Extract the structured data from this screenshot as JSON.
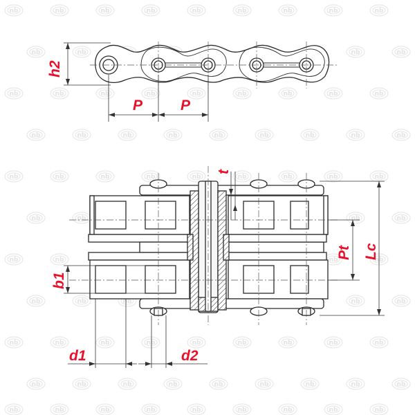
{
  "labels": {
    "h2": "h2",
    "p_left": "P",
    "p_right": "P",
    "t": "t",
    "pt": "Pt",
    "lc": "Lc",
    "b1": "b1",
    "d1": "d1",
    "d2": "d2"
  },
  "colors": {
    "label": "#e8102a",
    "line": "#2a2a2a",
    "watermark": "#e4e4e4"
  },
  "watermark_icon": "brand-logo-icon"
}
